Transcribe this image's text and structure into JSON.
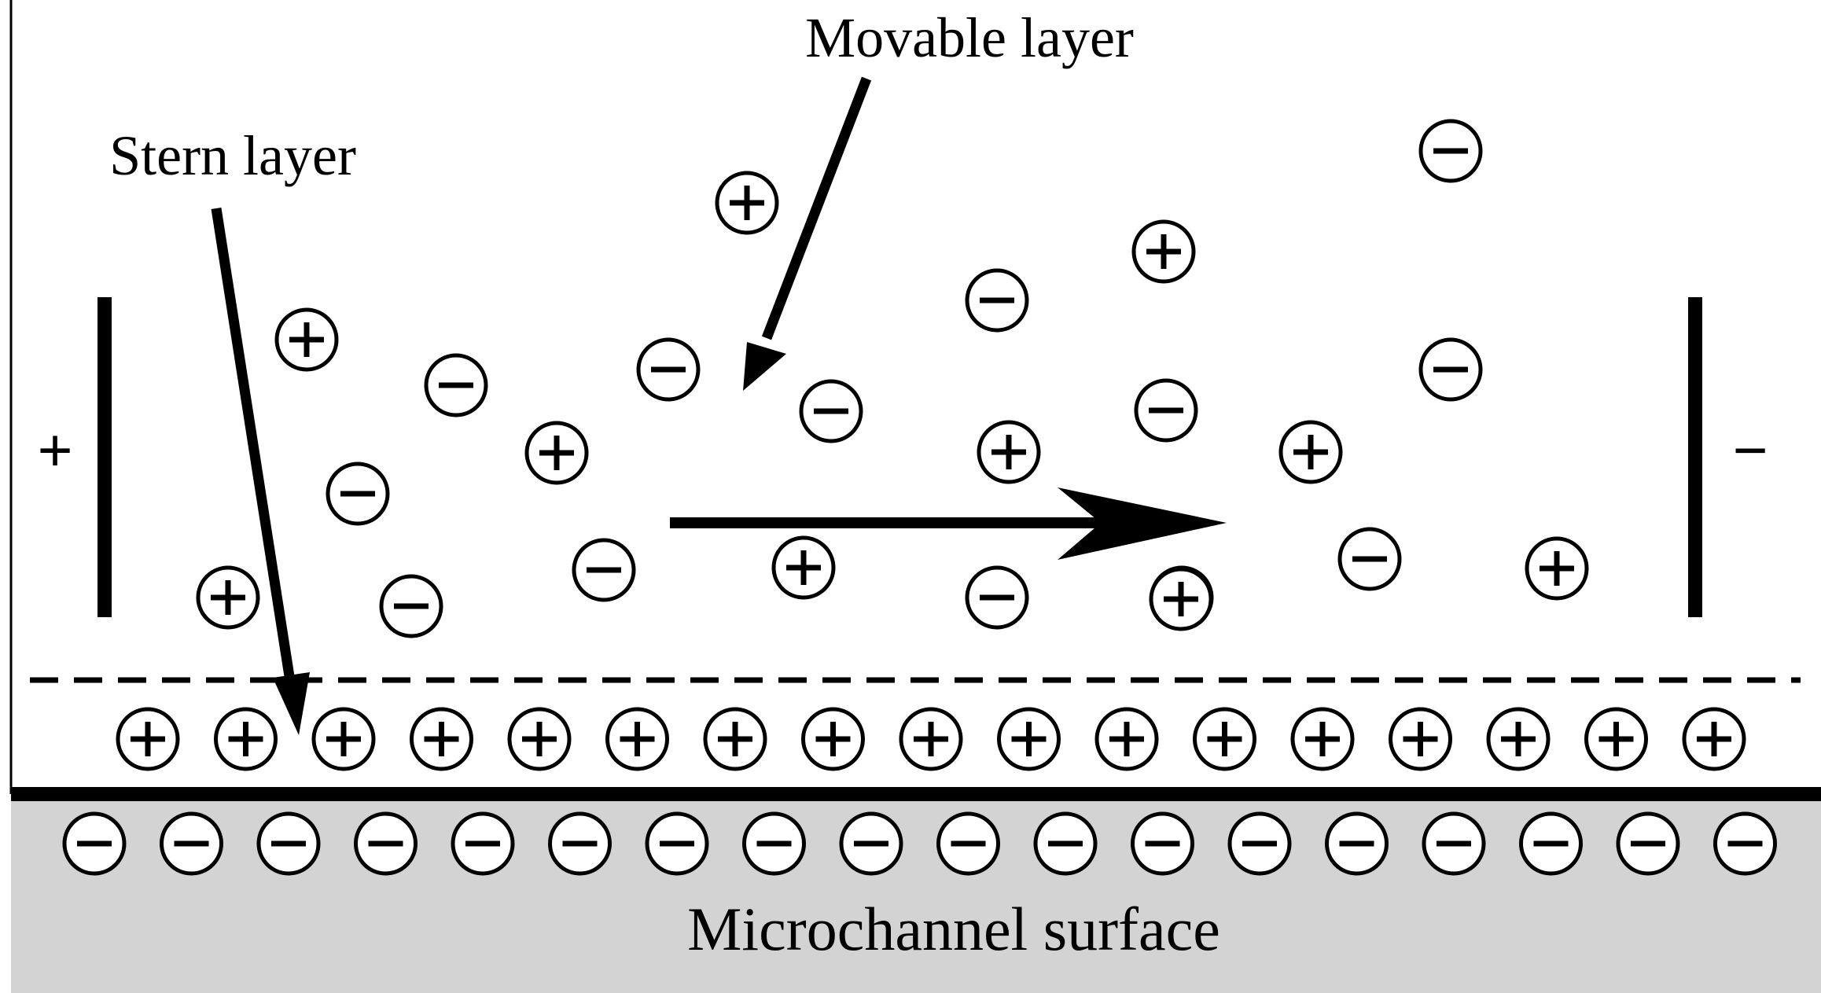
{
  "labels": {
    "movable_layer": "Movable layer",
    "stern_layer": "Stern layer",
    "surface": "Microchannel surface",
    "anode_sign": "+",
    "cathode_sign": "−"
  },
  "colors": {
    "ink": "#000000",
    "background": "#ffffff",
    "surface_fill": "#d3d3d3"
  },
  "bulk_ions": [
    {
      "sign": "+"
    },
    {
      "sign": "-"
    },
    {
      "sign": "-"
    },
    {
      "sign": "+"
    },
    {
      "sign": "-"
    },
    {
      "sign": "+"
    },
    {
      "sign": "+"
    },
    {
      "sign": "-"
    },
    {
      "sign": "-"
    },
    {
      "sign": "-"
    },
    {
      "sign": "+"
    },
    {
      "sign": "-"
    },
    {
      "sign": "-"
    },
    {
      "sign": "+"
    },
    {
      "sign": "+"
    },
    {
      "sign": "-"
    },
    {
      "sign": "+"
    },
    {
      "sign": "-"
    },
    {
      "sign": "+"
    },
    {
      "sign": "-"
    },
    {
      "sign": "+"
    },
    {
      "sign": "-"
    },
    {
      "sign": "+"
    }
  ],
  "stern_ions": [
    "+",
    "+",
    "+",
    "+",
    "+",
    "+",
    "+",
    "+",
    "+",
    "+",
    "+",
    "+",
    "+",
    "+",
    "+",
    "+",
    "+"
  ],
  "surface_ions": [
    "-",
    "-",
    "-",
    "-",
    "-",
    "-",
    "-",
    "-",
    "-",
    "-",
    "-",
    "-",
    "-",
    "-",
    "-",
    "-",
    "-",
    "-"
  ]
}
